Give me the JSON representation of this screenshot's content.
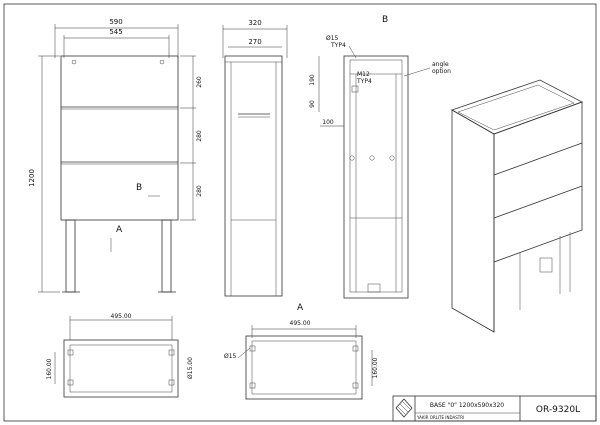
{
  "front_view": {
    "width_outer": "590",
    "width_inner": "545",
    "height_total": "1200",
    "seg_top": "260",
    "seg_mid": "280",
    "seg_bot": "280",
    "label_b": "B",
    "label_a": "A"
  },
  "side_view": {
    "width_outer": "320",
    "width_inner": "270"
  },
  "section_view": {
    "label_b": "B",
    "hole_dia": "Ø15",
    "hole_typ": "TYP4",
    "bolt": "M12",
    "bolt_typ": "TYP4",
    "dim_190": "190",
    "dim_90": "90",
    "dim_100": "100",
    "angle_note_1": "angle",
    "angle_note_2": "option"
  },
  "plan_left": {
    "width": "495.00",
    "depth": "160.00",
    "hole": "Ø15.00"
  },
  "plan_right": {
    "label_a": "A",
    "width": "495.00",
    "hole": "Ø15",
    "depth": "160.00"
  },
  "title_block": {
    "description": "BASE \"0\" 1200x590x320",
    "part_no": "OR-9320L",
    "company": "YAKIR ORLITE INDASTRI"
  }
}
